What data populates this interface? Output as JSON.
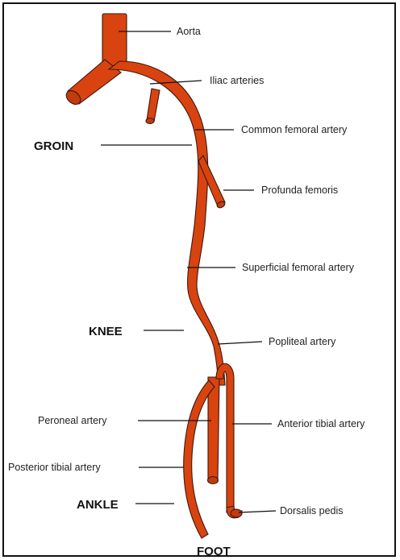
{
  "colors": {
    "artery": "#d9430f",
    "artery_outline": "#3a1a0e",
    "text": "#222222",
    "frame": "#111111"
  },
  "labels": {
    "aorta": "Aorta",
    "iliac": "Iliac arteries",
    "common_femoral": "Common femoral artery",
    "profunda": "Profunda femoris",
    "superficial_femoral": "Superficial femoral artery",
    "popliteal": "Popliteal artery",
    "peroneal": "Peroneal artery",
    "anterior_tibial": "Anterior tibial artery",
    "posterior_tibial": "Posterior tibial artery",
    "dorsalis_pedis": "Dorsalis pedis"
  },
  "regions": {
    "groin": "GROIN",
    "knee": "KNEE",
    "ankle": "ANKLE",
    "foot": "FOOT"
  }
}
